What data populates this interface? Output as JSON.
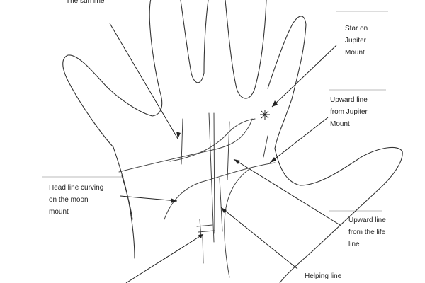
{
  "labels": {
    "sun_line": "The sun line",
    "star_jupiter": [
      "Star on",
      "Jupiter",
      "Mount"
    ],
    "upward_jupiter": [
      "Upward line",
      "from Jupiter",
      "Mount"
    ],
    "head_line": [
      "Head line curving",
      "on the moon",
      "mount"
    ],
    "upward_life": [
      "Upward line",
      "from the life",
      "line"
    ],
    "helping_line": "Helping line"
  }
}
